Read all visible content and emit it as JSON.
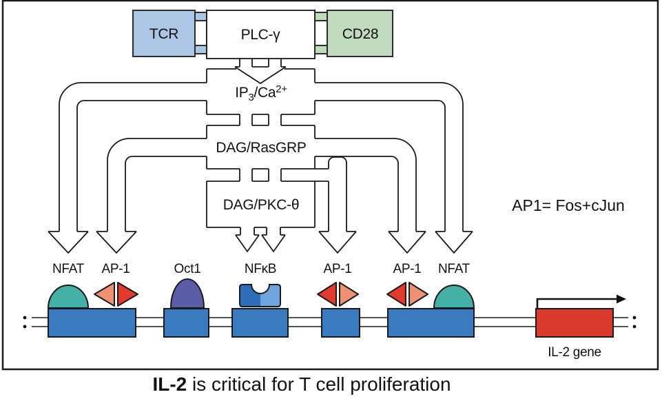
{
  "receptors": {
    "tcr": "TCR",
    "cd28": "CD28"
  },
  "cascade": {
    "plc": "PLC-γ",
    "ip3": {
      "base": "IP",
      "sub": "3",
      "mid": "/Ca",
      "sup": "2+"
    },
    "rasgrp": "DAG/RasGRP",
    "pkc": "DAG/PKC-θ"
  },
  "note": "AP1= Fos+cJun",
  "tf_labels": [
    "NFAT",
    "AP-1",
    "Oct1",
    "NFκB",
    "AP-1",
    "AP-1",
    "NFAT"
  ],
  "gene": {
    "label": "IL-2 gene"
  },
  "caption": {
    "bold": "IL-2",
    "rest": " is critical for T cell proliferation"
  },
  "colors": {
    "receptor_blue": "#adc6e6",
    "receptor_green": "#c0dbbd",
    "teal": "#45b0a5",
    "salmon": "#ee9273",
    "red": "#e23b2e",
    "purple": "#5b5ea6",
    "dna_blue": "#3a7abf",
    "nfkb_dark": "#2f6db8",
    "nfkb_light": "#6fa5dc",
    "gene_red": "#d93a2b",
    "line": "#1a1a1a"
  }
}
